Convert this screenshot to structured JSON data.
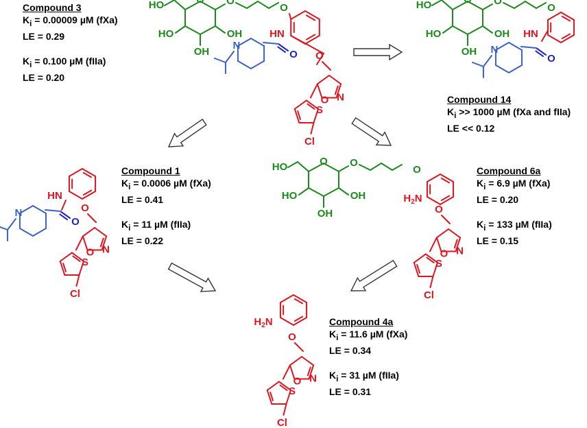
{
  "colors": {
    "sugar": "#1a8a1a",
    "aryl": "#e0141e",
    "amide": "#1c22c8",
    "piperidine": "#3a62c4",
    "text": "#000000",
    "arrow": "#333333"
  },
  "compounds": {
    "c3": {
      "name": "Compound 3",
      "ki_fxa": "= 0.00009 µM (fXa)",
      "le_fxa": "LE = 0.29",
      "ki_fiia": "= 0.100 µM (fIIa)",
      "le_fiia": "LE = 0.20"
    },
    "c14": {
      "name": "Compound 14",
      "ki": ">> 1000 µM (fXa and fIIa)",
      "le": "LE << 0.12"
    },
    "c1": {
      "name": "Compound 1",
      "ki_fxa": "= 0.0006 µM (fXa)",
      "le_fxa": "LE = 0.41",
      "ki_fiia": "= 11 µM (fIIa)",
      "le_fiia": "LE = 0.22"
    },
    "c6a": {
      "name": "Compound 6a",
      "ki_fxa": "= 6.9 µM (fXa)",
      "le_fxa": "LE = 0.20",
      "ki_fiia": "= 133 µM (fIIa)",
      "le_fiia": "LE = 0.15"
    },
    "c4a": {
      "name": "Compound 4a",
      "ki_fxa": "= 11.6 µM (fXa)",
      "le_fxa": "LE = 0.34",
      "ki_fiia": "= 31 µM (fIIa)",
      "le_fiia": "LE = 0.31"
    }
  },
  "ki_symbol": "K",
  "ki_subscript": "i",
  "atoms": {
    "ho": "HO",
    "oh": "OH",
    "o": "O",
    "s": "S",
    "cl": "Cl",
    "n": "N",
    "hn": "HN",
    "h2n_h": "H",
    "h2n_sub": "2",
    "h2n_n": "N"
  }
}
